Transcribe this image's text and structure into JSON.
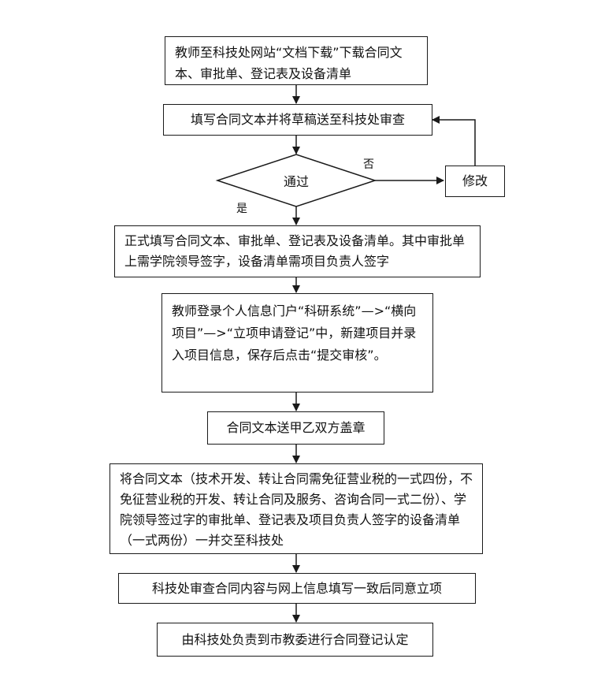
{
  "steps": {
    "s1": "教师至科技处网站“文档下载”下载合同文本、审批单、登记表及设备清单",
    "s2": "填写合同文本并将草稿送至科技处审查",
    "decision": "通过",
    "no_label": "否",
    "yes_label": "是",
    "revise": "修改",
    "s3": "正式填写合同文本、审批单、登记表及设备清单。其中审批单上需学院领导签字，设备清单需项目负责人签字",
    "s4": "教师登录个人信息门户“科研系统”—>“横向项目”—>“立项申请登记”中，新建项目并录入项目信息，保存后点击“提交审核”。",
    "s5": "合同文本送甲乙双方盖章",
    "s6": "将合同文本（技术开发、转让合同需免征营业税的一式四份，不免征营业税的开发、转让合同及服务、咨询合同一式二份）、学院领导签过字的审批单、登记表及项目负责人签字的设备清单（一式两份）一并交至科技处",
    "s7": "科技处审查合同内容与网上信息填写一致后同意立项",
    "s8": "由科技处负责到市教委进行合同登记认定"
  }
}
